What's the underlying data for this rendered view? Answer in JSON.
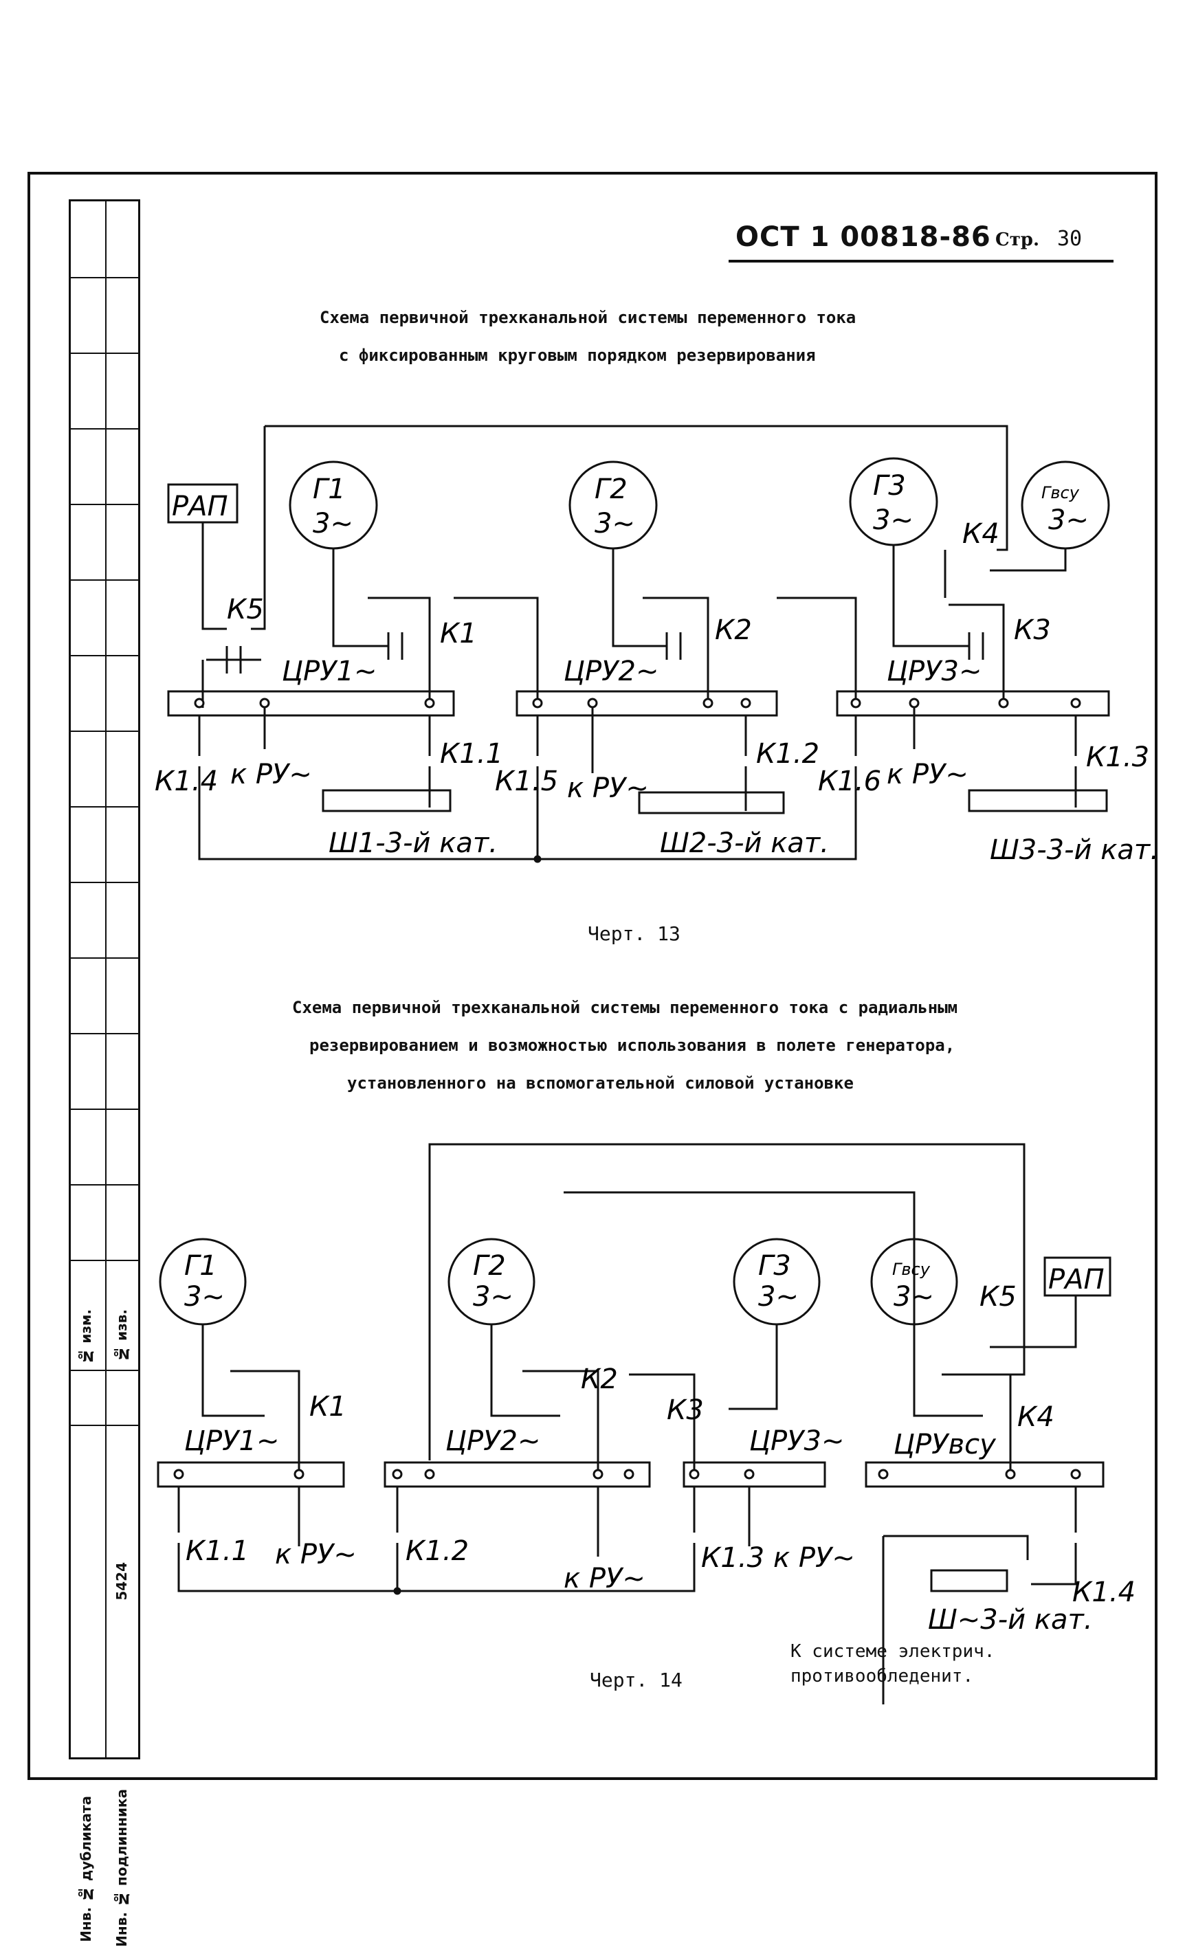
{
  "header": {
    "doc_code": "ОСТ 1 00818-86",
    "page_label": "Стр.",
    "page_number": "30"
  },
  "stamp": {
    "change_no": "№ изм.",
    "notice_no": "№ изв.",
    "duplicate_inv": "Инв. № дубликата",
    "original_inv": "Инв. № подлинника",
    "inv_value": "5424"
  },
  "scheme1": {
    "title_line1": "Схема первичной трехканальной системы переменного тока",
    "title_line2": "с фиксированным круговым порядком резервирования",
    "figure_label": "Черт. 13",
    "labels": {
      "rap": "РАП",
      "g1": "Г1",
      "g1_phase": "3~",
      "g2": "Г2",
      "g2_phase": "3~",
      "g3": "Г3",
      "g3_phase": "3~",
      "gvsu": "Гвсу",
      "gvsu_phase": "3~",
      "k1": "К1",
      "k2": "К2",
      "k3": "К3",
      "k4": "К4",
      "k5": "К5",
      "k11": "К1.1",
      "k12": "К1.2",
      "k13": "К1.3",
      "k14": "К1.4",
      "k15": "К1.5",
      "k16": "К1.6",
      "cru1": "ЦРУ1~",
      "cru2": "ЦРУ2~",
      "cru3": "ЦРУ3~",
      "kru": "к РУ~",
      "sh1": "Ш1-3-й кат.",
      "sh2": "Ш2-3-й кат.",
      "sh3": "Ш3-3-й кат."
    }
  },
  "scheme2": {
    "title_line1": "Схема первичной трехканальной системы переменного тока с радиальным",
    "title_line2": "резервированием и возможностью использования в полете генератора,",
    "title_line3": "установленного на вспомогательной силовой установке",
    "figure_label": "Черт. 14",
    "note_line1": "К системе электрич.",
    "note_line2": "противообледенит.",
    "labels": {
      "g1": "Г1",
      "g1_phase": "3~",
      "g2": "Г2",
      "g2_phase": "3~",
      "g3": "Г3",
      "g3_phase": "3~",
      "gvsu": "Гвсу",
      "gvsu_phase": "3~",
      "rap": "РАП",
      "k1": "К1",
      "k2": "К2",
      "k3": "К3",
      "k4": "К4",
      "k5": "К5",
      "k11": "К1.1",
      "k12": "К1.2",
      "k13": "К1.3",
      "k14": "К1.4",
      "cru1": "ЦРУ1~",
      "cru2": "ЦРУ2~",
      "cru3": "ЦРУ3~",
      "cruvsu": "ЦРУвсу",
      "kru": "к РУ~",
      "sh": "Ш~3-й кат."
    }
  }
}
